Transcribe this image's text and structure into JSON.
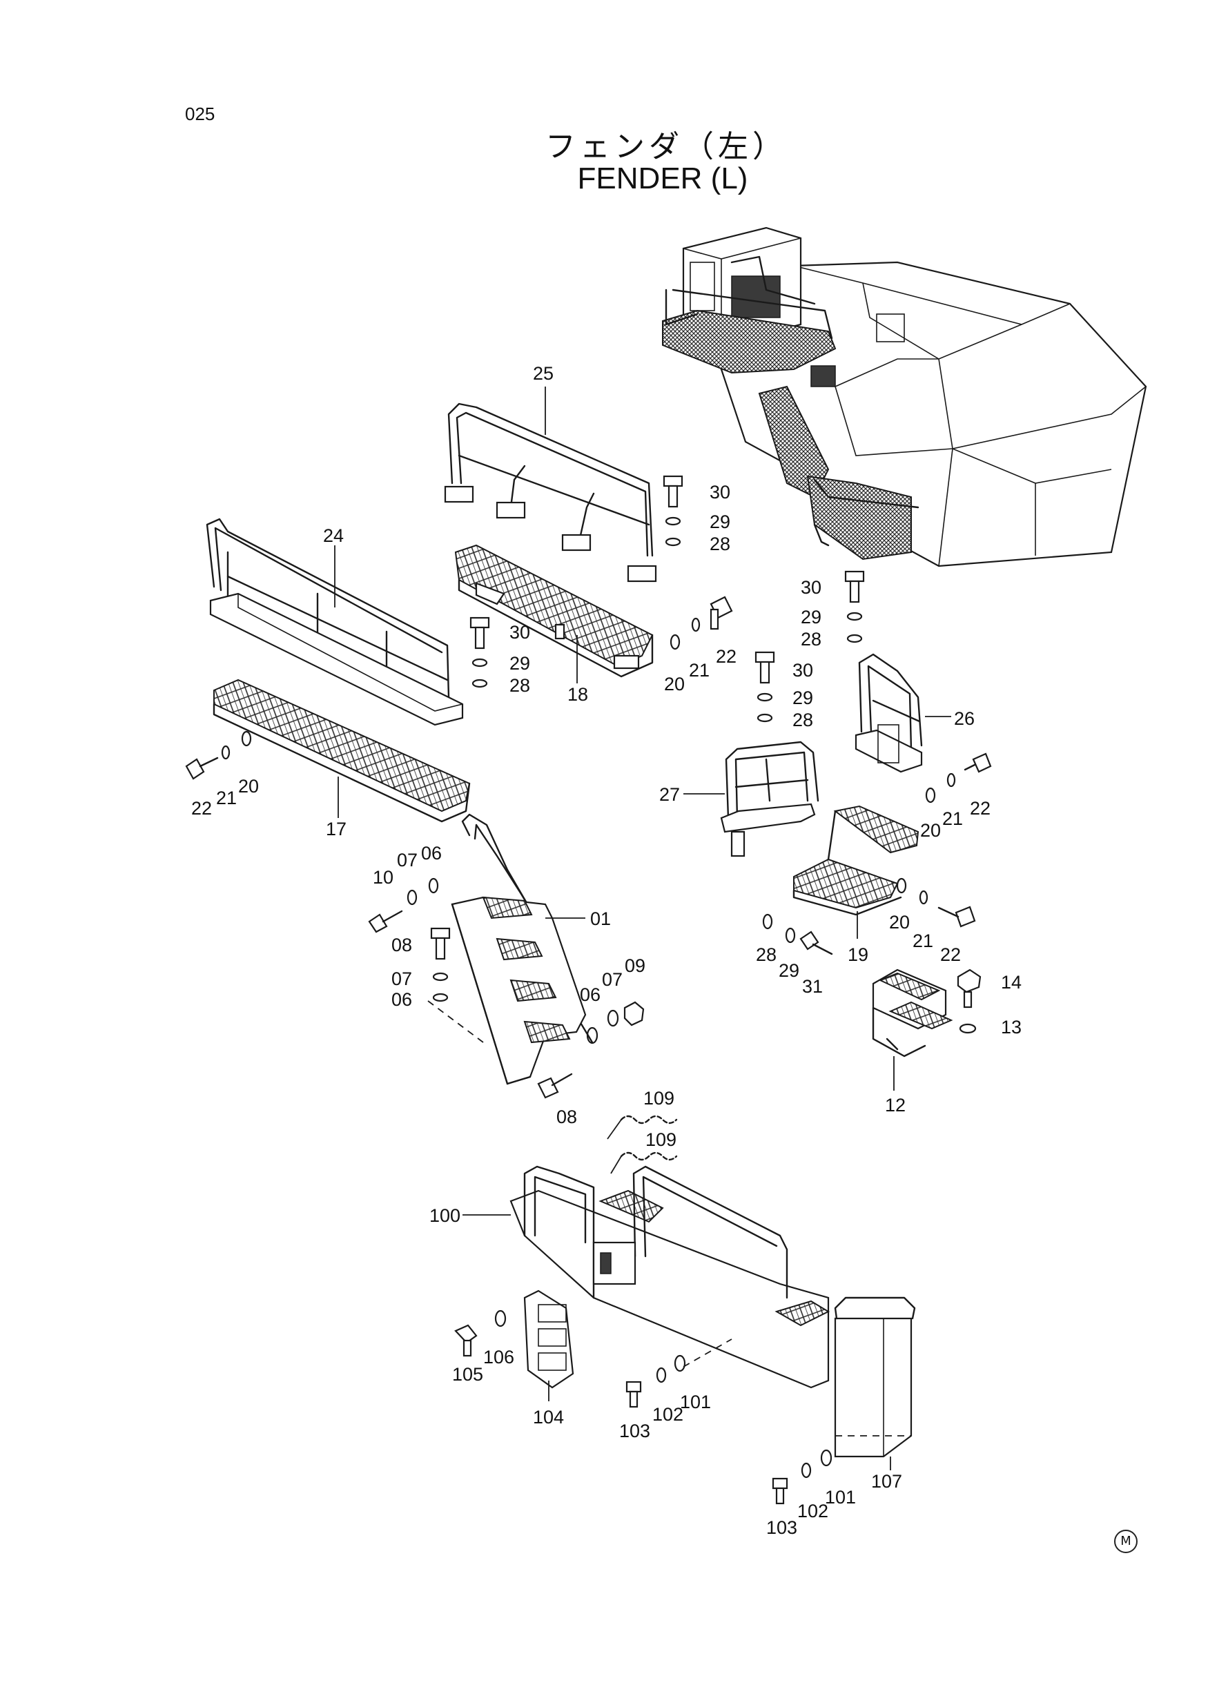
{
  "page_number": "025",
  "title_jp": "フェンダ（左）",
  "title_en": "FENDER (L)",
  "mark": "M",
  "colors": {
    "line": "#1a1a1a",
    "background": "#ffffff"
  },
  "labels": {
    "p25": "25",
    "p24": "24",
    "p18": "18",
    "p17": "17",
    "p30a": "30",
    "p29a": "29",
    "p28a": "28",
    "p30b": "30",
    "p29b": "29",
    "p28b": "28",
    "p30c": "30",
    "p29c": "29",
    "p28c": "28",
    "p30d": "30",
    "p29d": "29",
    "p28d": "28",
    "p22a": "22",
    "p21a": "21",
    "p20a": "20",
    "p22b": "22",
    "p21b": "21",
    "p20b": "20",
    "p22c": "22",
    "p21c": "21",
    "p20c": "20",
    "p22d": "22",
    "p21d": "21",
    "p20d": "20",
    "p26": "26",
    "p27": "27",
    "p19": "19",
    "p28e": "28",
    "p29e": "29",
    "p31": "31",
    "p14": "14",
    "p13": "13",
    "p12": "12",
    "p10": "10",
    "p07a": "07",
    "p06a": "06",
    "p01": "01",
    "p08a": "08",
    "p07b": "07",
    "p06b": "06",
    "p06c": "06",
    "p07c": "07",
    "p09": "09",
    "p08b": "08",
    "p109a": "109",
    "p109b": "109",
    "p100": "100",
    "p105": "105",
    "p106": "106",
    "p104": "104",
    "p103a": "103",
    "p102a": "102",
    "p101a": "101",
    "p107": "107",
    "p103b": "103",
    "p102b": "102",
    "p101b": "101"
  }
}
